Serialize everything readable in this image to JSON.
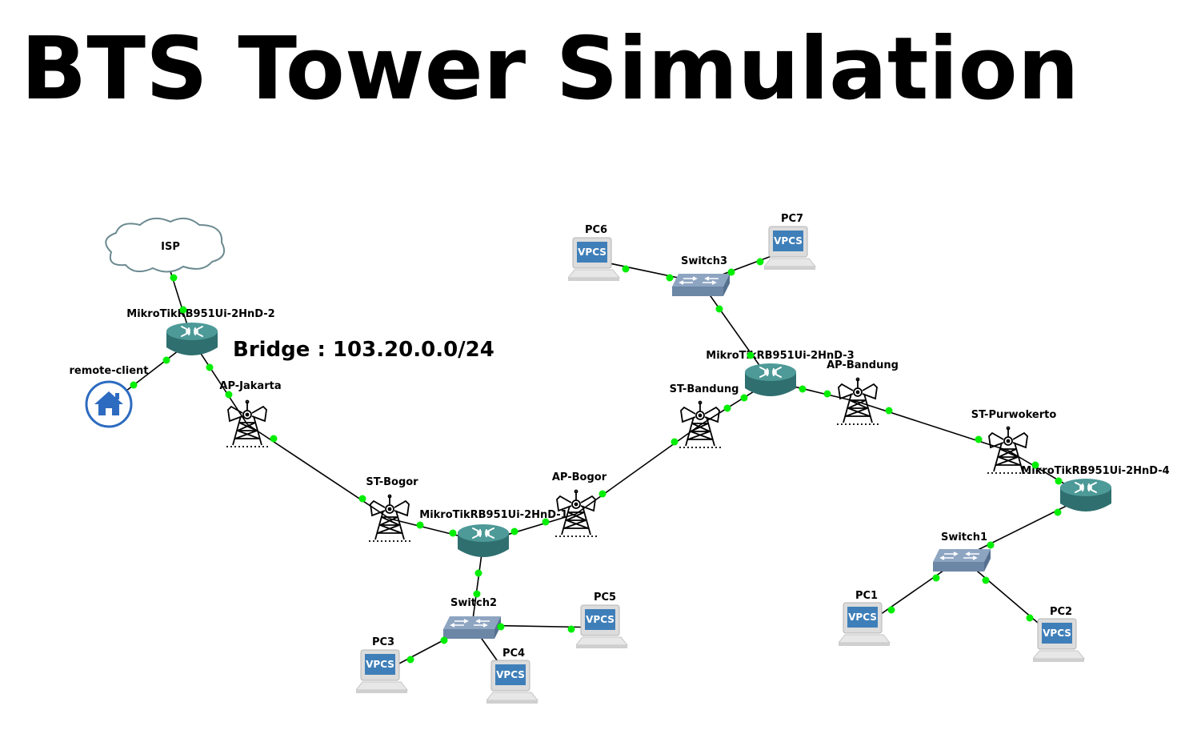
{
  "title": "BTS Tower Simulation",
  "annotation": "Bridge : 103.20.0.0/24",
  "port_color": "#00ee00",
  "nodes": [
    {
      "id": "isp",
      "type": "cloud",
      "icon": "cloud-icon",
      "label": "ISP"
    },
    {
      "id": "r2",
      "type": "router",
      "icon": "router-icon",
      "label": "MikroTikRB951Ui-2HnD-2"
    },
    {
      "id": "remote",
      "type": "home",
      "icon": "home-icon",
      "label": "remote-client"
    },
    {
      "id": "apj",
      "type": "tower",
      "icon": "tower-icon",
      "label": "AP-Jakarta"
    },
    {
      "id": "stbogor",
      "type": "tower",
      "icon": "tower-icon",
      "label": "ST-Bogor"
    },
    {
      "id": "r1",
      "type": "router",
      "icon": "router-icon",
      "label": "MikroTikRB951Ui-2HnD-1"
    },
    {
      "id": "apbogor",
      "type": "tower",
      "icon": "tower-icon",
      "label": "AP-Bogor"
    },
    {
      "id": "sw2",
      "type": "switch",
      "icon": "switch-icon",
      "label": "Switch2"
    },
    {
      "id": "pc3",
      "type": "vpcs",
      "icon": "vpcs-icon",
      "label": "PC3"
    },
    {
      "id": "pc4",
      "type": "vpcs",
      "icon": "vpcs-icon",
      "label": "PC4"
    },
    {
      "id": "pc5",
      "type": "vpcs",
      "icon": "vpcs-icon",
      "label": "PC5"
    },
    {
      "id": "stbandung",
      "type": "tower",
      "icon": "tower-icon",
      "label": "ST-Bandung"
    },
    {
      "id": "r3",
      "type": "router",
      "icon": "router-icon",
      "label": "MikroTikRB951Ui-2HnD-3"
    },
    {
      "id": "apbandung",
      "type": "tower",
      "icon": "tower-icon",
      "label": "AP-Bandung"
    },
    {
      "id": "sw3",
      "type": "switch",
      "icon": "switch-icon",
      "label": "Switch3"
    },
    {
      "id": "pc6",
      "type": "vpcs",
      "icon": "vpcs-icon",
      "label": "PC6"
    },
    {
      "id": "pc7",
      "type": "vpcs",
      "icon": "vpcs-icon",
      "label": "PC7"
    },
    {
      "id": "stpurwokerto",
      "type": "tower",
      "icon": "tower-icon",
      "label": "ST-Purwokerto"
    },
    {
      "id": "r4",
      "type": "router",
      "icon": "router-icon",
      "label": "MikroTikRB951Ui-2HnD-4"
    },
    {
      "id": "sw1",
      "type": "switch",
      "icon": "switch-icon",
      "label": "Switch1"
    },
    {
      "id": "pc1",
      "type": "vpcs",
      "icon": "vpcs-icon",
      "label": "PC1"
    },
    {
      "id": "pc2",
      "type": "vpcs",
      "icon": "vpcs-icon",
      "label": "PC2"
    }
  ],
  "vpcs_text": "VPCS",
  "links": [
    [
      "isp",
      "r2"
    ],
    [
      "r2",
      "remote"
    ],
    [
      "r2",
      "apj"
    ],
    [
      "apj",
      "stbogor"
    ],
    [
      "stbogor",
      "r1"
    ],
    [
      "r1",
      "apbogor"
    ],
    [
      "r1",
      "sw2"
    ],
    [
      "sw2",
      "pc3"
    ],
    [
      "sw2",
      "pc4"
    ],
    [
      "sw2",
      "pc5"
    ],
    [
      "apbogor",
      "stbandung"
    ],
    [
      "stbandung",
      "r3"
    ],
    [
      "r3",
      "sw3"
    ],
    [
      "sw3",
      "pc6"
    ],
    [
      "sw3",
      "pc7"
    ],
    [
      "r3",
      "apbandung"
    ],
    [
      "apbandung",
      "stpurwokerto"
    ],
    [
      "stpurwokerto",
      "r4"
    ],
    [
      "r4",
      "sw1"
    ],
    [
      "sw1",
      "pc1"
    ],
    [
      "sw1",
      "pc2"
    ]
  ]
}
